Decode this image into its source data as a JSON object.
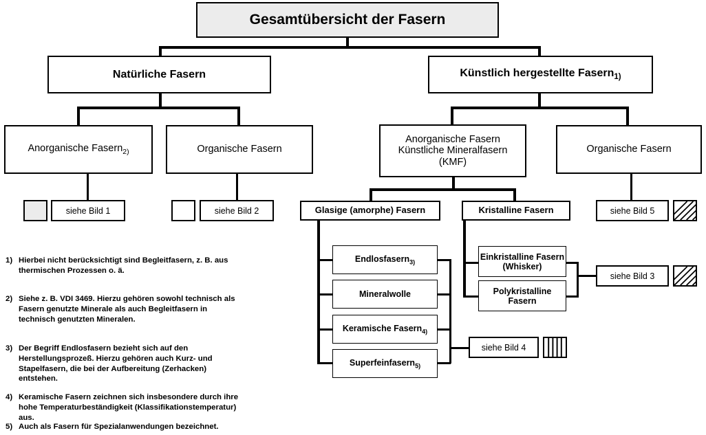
{
  "diagram": {
    "title": "Gesamtübersicht der Fasern",
    "level1": {
      "natural": "Natürliche Fasern",
      "artificial": "Künstlich hergestellte Fasern",
      "artificial_note": "1)"
    },
    "level2": {
      "nat_inorganic": "Anorganische Fasern",
      "nat_inorganic_note": "2)",
      "nat_organic": "Organische Fasern",
      "art_inorganic_line1": "Anorganische Fasern",
      "art_inorganic_line2": "Künstliche Mineralfasern",
      "art_inorganic_line3": "(KMF)",
      "art_organic": "Organische Fasern"
    },
    "level3": {
      "glassy": "Glasige (amorphe) Fasern",
      "crystalline": "Kristalline Fasern"
    },
    "glassy_children": [
      {
        "label": "Endlosfasern",
        "note": "3)"
      },
      {
        "label": "Mineralwolle",
        "note": ""
      },
      {
        "label": "Keramische Fasern",
        "note": "4)"
      },
      {
        "label": "Superfeinfasern",
        "note": "5)"
      }
    ],
    "crystalline_children": [
      {
        "line1": "Einkristalline Fasern",
        "line2": "(Whisker)"
      },
      {
        "line1": "Polykristalline Fasern",
        "line2": ""
      }
    ],
    "references": [
      {
        "label": "siehe Bild 1",
        "swatch": "gray-solid"
      },
      {
        "label": "siehe Bild 2",
        "swatch": "white-empty"
      },
      {
        "label": "siehe Bild 3",
        "swatch": "diagonal-hatch"
      },
      {
        "label": "siehe Bild 4",
        "swatch": "vertical-stripes"
      },
      {
        "label": "siehe Bild 5",
        "swatch": "diagonal-hatch"
      }
    ]
  },
  "footnotes": [
    {
      "num": "1)",
      "text": "Hierbei nicht berücksichtigt sind Begleitfasern, z. B. aus thermischen Prozessen o. ä."
    },
    {
      "num": "2)",
      "text": "Siehe z. B. VDI 3469. Hierzu gehören sowohl technisch als Fasern genutzte Minerale als auch Begleitfasern in technisch genutzten Mineralen."
    },
    {
      "num": "3)",
      "text": "Der Begriff Endlosfasern bezieht sich auf den Herstellungsprozeß. Hierzu gehören auch Kurz- und Stapelfasern, die bei der Aufbereitung (Zerhacken) entstehen."
    },
    {
      "num": "4)",
      "text": "Keramische Fasern zeichnen sich insbesondere durch ihre hohe Temperaturbeständigkeit (Klassifikationstemperatur) aus."
    },
    {
      "num": "5)",
      "text": "Auch als Fasern für Spezialanwendungen bezeichnet."
    }
  ],
  "colors": {
    "line": "#000000",
    "box_fill": "#ffffff",
    "title_fill": "#ececec",
    "swatch_gray": "#ececec"
  }
}
